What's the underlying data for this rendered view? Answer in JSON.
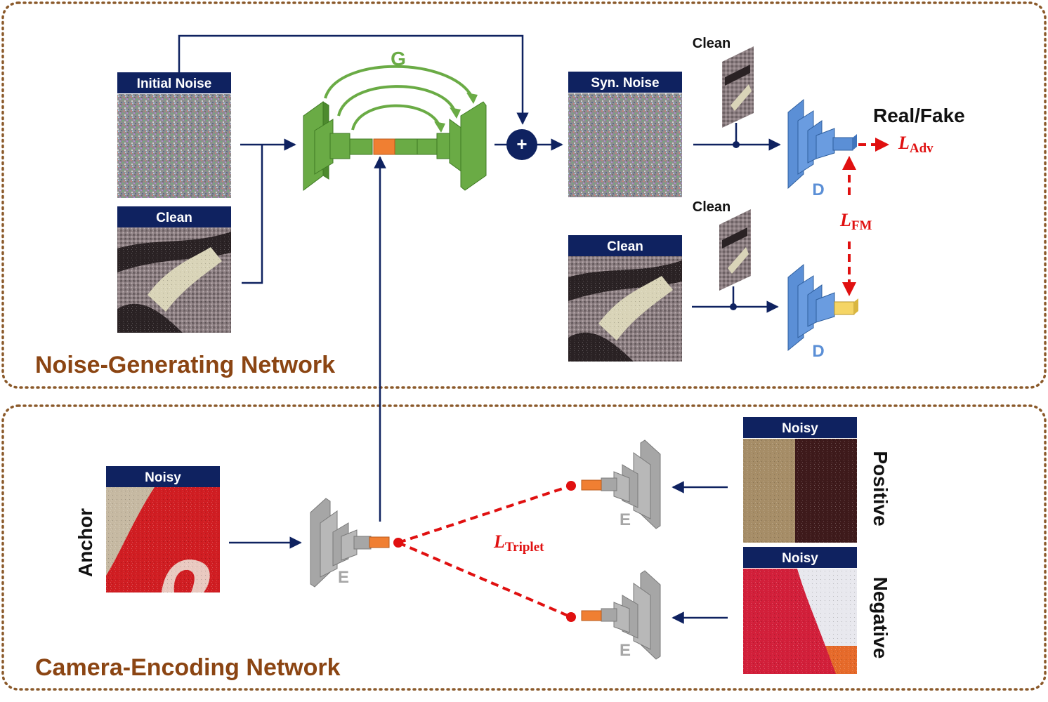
{
  "colors": {
    "section_border": "#8B5A2B",
    "section_title": "#8B4513",
    "label_bg": "#0F2260",
    "line": "#0F2260",
    "loss": "#E01010",
    "generator": "#6AAB45",
    "discriminator": "#5B8FD6",
    "encoder": "#A6A6A6",
    "bottleneck": "#F07F32"
  },
  "sections": {
    "noise_generating": "Noise-Generating Network",
    "camera_encoding": "Camera-Encoding Network"
  },
  "generator": {
    "letter": "G"
  },
  "discriminator": {
    "letter": "D"
  },
  "encoder": {
    "letter": "E"
  },
  "images": {
    "initial_noise": "Initial Noise",
    "clean_input": "Clean",
    "syn_noise": "Syn. Noise",
    "clean_real": "Clean",
    "clean_patch_top": "Clean",
    "clean_patch_bottom": "Clean",
    "anchor_noisy": "Noisy",
    "positive_noisy": "Noisy",
    "negative_noisy": "Noisy"
  },
  "side_labels": {
    "anchor": "Anchor",
    "positive": "Positive",
    "negative": "Negative"
  },
  "outputs": {
    "real_fake": "Real/Fake"
  },
  "losses": {
    "adv": {
      "symbol": "L",
      "subscript": "Adv"
    },
    "fm": {
      "symbol": "L",
      "subscript": "FM"
    },
    "triplet": {
      "symbol": "L",
      "subscript": "Triplet"
    }
  },
  "operators": {
    "add": "+"
  }
}
